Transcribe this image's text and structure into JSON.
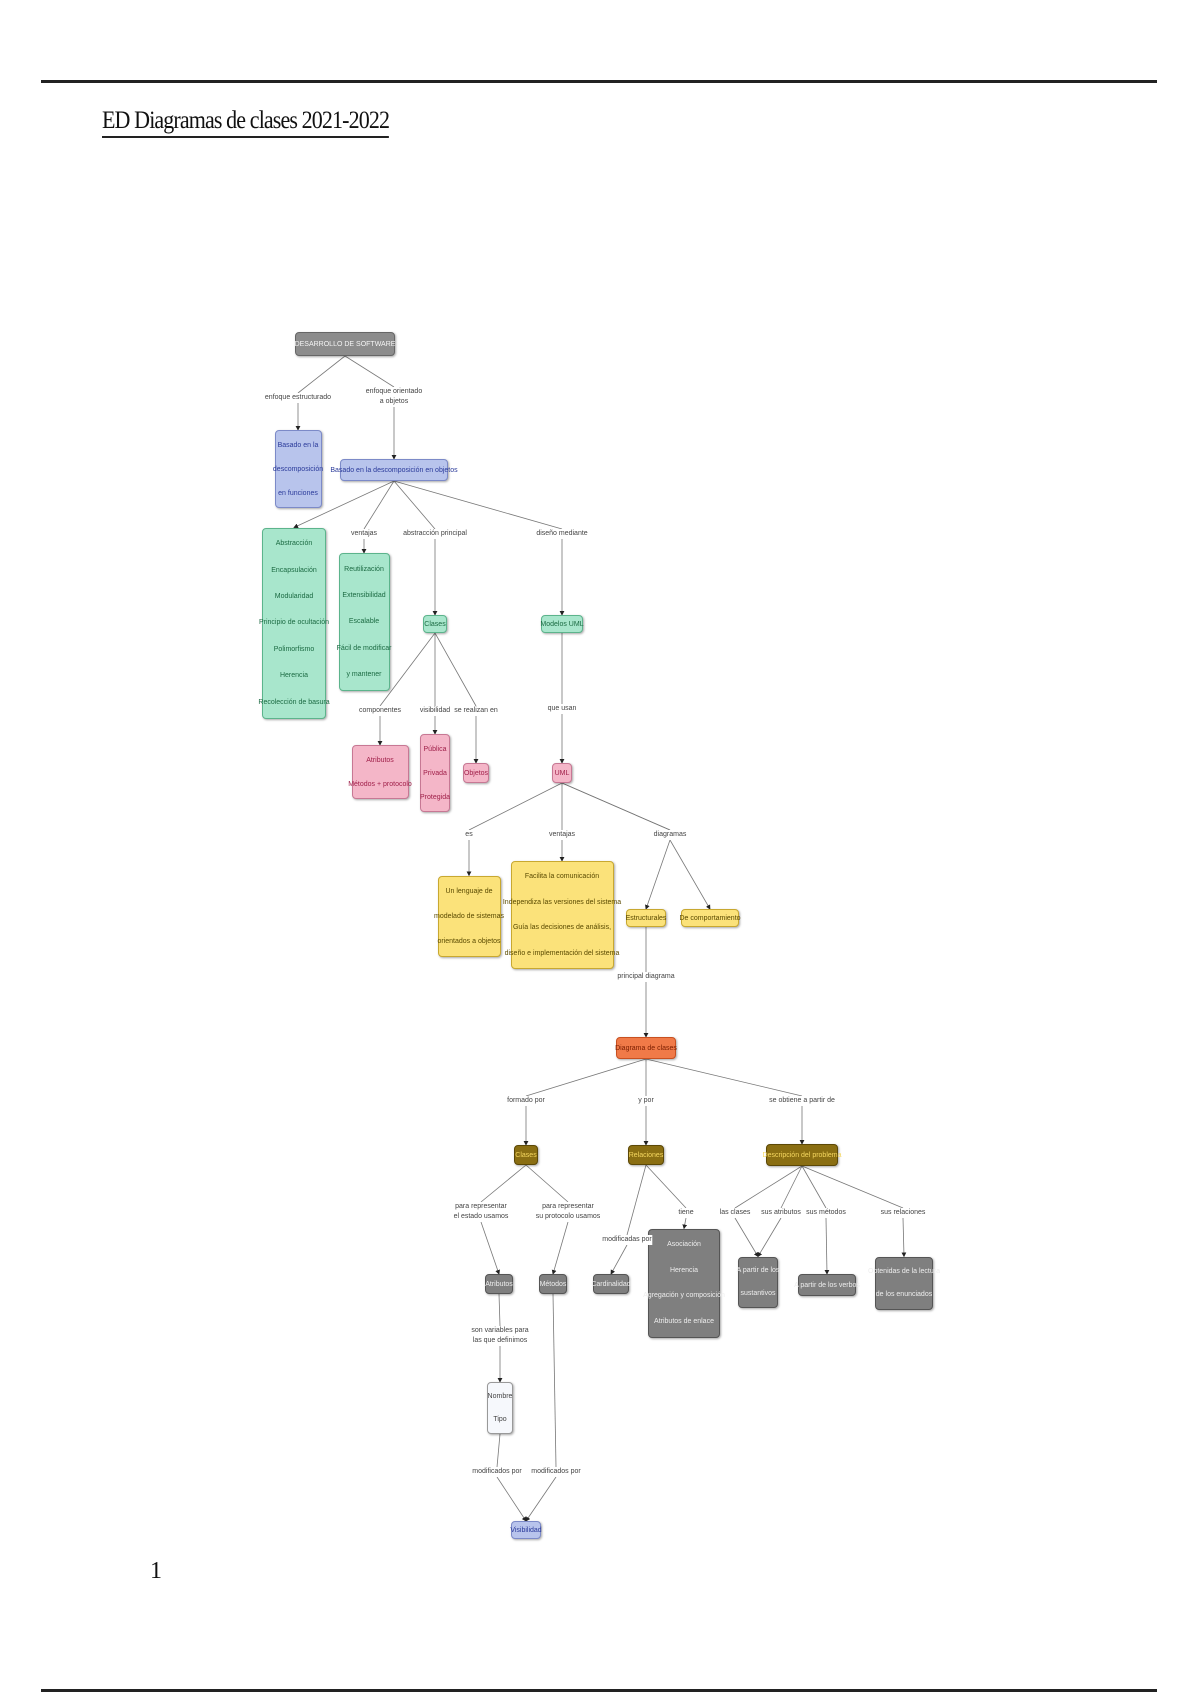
{
  "document": {
    "title": "ED Diagramas de clases 2021-2022",
    "page_number": "1"
  },
  "diagram": {
    "nodes": {
      "root": [
        "DESARROLLO DE SOFTWARE"
      ],
      "n_func": [
        "Basado en la",
        "descomposición",
        "en funciones"
      ],
      "n_obj": [
        "Basado en la descomposición en objetos"
      ],
      "g_list": [
        "Abstracción",
        "Encapsulación",
        "Modularidad",
        "Principio de ocultación",
        "Polimorfismo",
        "Herencia",
        "Recolección de basura"
      ],
      "g_vent": [
        "Reutilización",
        "Extensibilidad",
        "Escalable",
        "Fácil de modificar",
        "y mantener"
      ],
      "g_clases": [
        "Clases"
      ],
      "g_uml": [
        "Modelos UML"
      ],
      "p_attr": [
        "Atributos",
        "Métodos + protocolo"
      ],
      "p_vis": [
        "Pública",
        "Privada",
        "Protegida"
      ],
      "p_obj": [
        "Objetos"
      ],
      "p_uml": [
        "UML"
      ],
      "y_leng": [
        "Un lenguaje de",
        "modelado de sistemas",
        "orientados a objetos"
      ],
      "y_vent": [
        "Facilita la comunicación",
        "Independiza las versiones del sistema",
        "Guía las decisiones de análisis,",
        "diseño e implementación del sistema"
      ],
      "y_estr": [
        "Estructurales"
      ],
      "y_comp": [
        "De comportamiento"
      ],
      "o_dc": [
        "Diagrama de clases"
      ],
      "b_clases": [
        "Clases"
      ],
      "b_rel": [
        "Relaciones"
      ],
      "b_desc": [
        "Descripción del problema"
      ],
      "d_attr": [
        "Atributos"
      ],
      "d_met": [
        "Métodos"
      ],
      "d_card": [
        "Cardinalidad"
      ],
      "d_tipos": [
        "Asociación",
        "Herencia",
        "Agregación y composición",
        "Atributos de enlace"
      ],
      "d_sust": [
        "A partir de los",
        "sustantivos"
      ],
      "d_verb": [
        "A partir de los verbos"
      ],
      "d_enun": [
        "Obtenidas de la lectura",
        "de los enunciados"
      ],
      "w_nt": [
        "Nombre",
        "Tipo"
      ],
      "v_vis": [
        "Visibilidad"
      ]
    },
    "labels": {
      "l_estr": [
        "enfoque estructurado"
      ],
      "l_oo": [
        "enfoque orientado",
        "a objetos"
      ],
      "l_vent": [
        "ventajas"
      ],
      "l_abs": [
        "abstracción principal"
      ],
      "l_dis": [
        "diseño mediante"
      ],
      "l_comp": [
        "componentes"
      ],
      "l_vis": [
        "visibilidad"
      ],
      "l_real": [
        "se realizan en"
      ],
      "l_usan": [
        "que usan"
      ],
      "l_es": [
        "es"
      ],
      "l_vent2": [
        "ventajas"
      ],
      "l_diag": [
        "diagramas"
      ],
      "l_princ": [
        "principal diagrama"
      ],
      "l_form": [
        "formado por"
      ],
      "l_ypor": [
        "y por"
      ],
      "l_obt": [
        "se obtiene a partir de"
      ],
      "l_estado": [
        "para representar",
        "el estado usamos"
      ],
      "l_proto": [
        "para representar",
        "su protocolo usamos"
      ],
      "l_modif": [
        "modificadas por"
      ],
      "l_tiene": [
        "tiene"
      ],
      "l_cls": [
        "las clases"
      ],
      "l_atr": [
        "sus atributos"
      ],
      "l_met": [
        "sus métodos"
      ],
      "l_rel": [
        "sus relaciones"
      ],
      "l_sonvar": [
        "son variables para",
        "las que definimos"
      ],
      "l_mod1": [
        "modificados por"
      ],
      "l_mod2": [
        "modificados por"
      ]
    }
  }
}
